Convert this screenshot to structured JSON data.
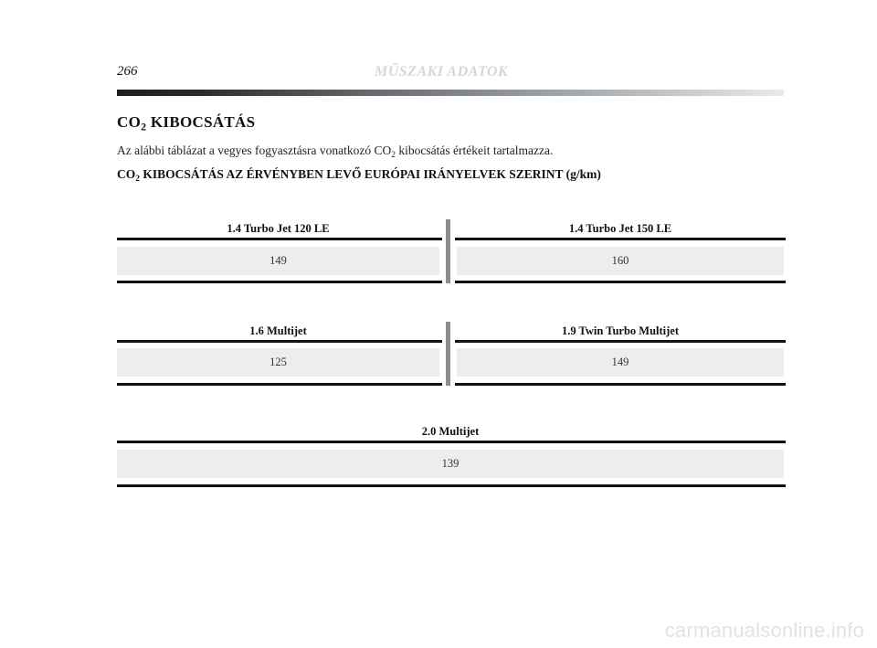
{
  "header": {
    "page_number": "266",
    "running_head": "MŰSZAKI ADATOK"
  },
  "section": {
    "title_prefix": "CO",
    "title_sub": "2",
    "title_suffix": " KIBOCSÁTÁS",
    "intro_prefix": "Az alábbi táblázat a vegyes fogyasztásra vonatkozó CO",
    "intro_sub": "2",
    "intro_suffix": " kibocsátás értékeit tartalmazza.",
    "table_title_prefix": "CO",
    "table_title_sub": "2",
    "table_title_suffix": " KIBOCSÁTÁS AZ ÉRVÉNYBEN LEVŐ EURÓPAI IRÁNYELVEK SZERINT (g/km)"
  },
  "table": {
    "row1": [
      {
        "engine": "1.4 Turbo Jet 120 LE",
        "value": "149"
      },
      {
        "engine": "1.4 Turbo Jet 150 LE",
        "value": "160"
      }
    ],
    "row2": [
      {
        "engine": "1.6 Multijet",
        "value": "125"
      },
      {
        "engine": "1.9 Twin Turbo Multijet",
        "value": "149"
      }
    ],
    "row3": [
      {
        "engine": "2.0 Multijet",
        "value": "139"
      }
    ]
  },
  "watermark": "carmanualsonline.info"
}
